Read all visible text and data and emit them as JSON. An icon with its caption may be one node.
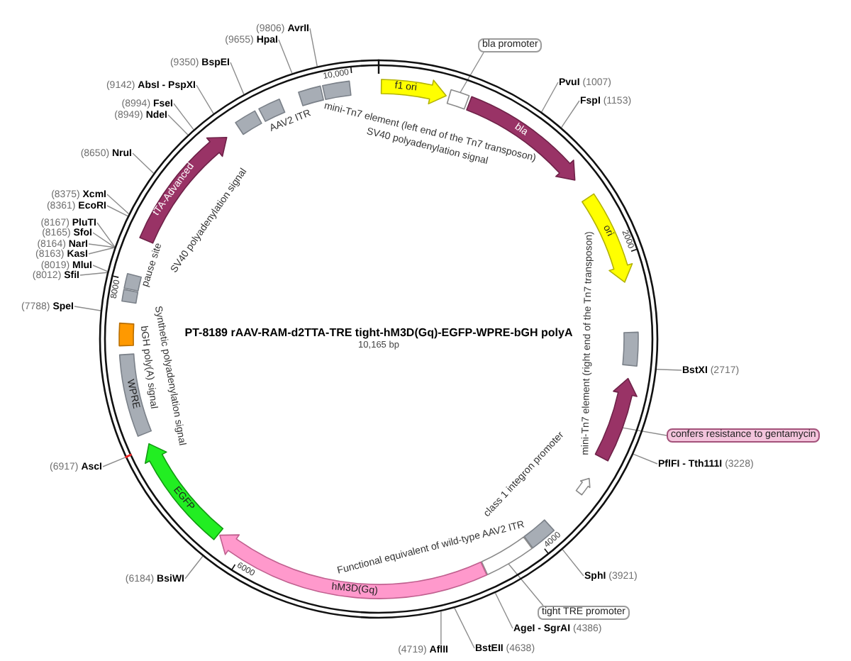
{
  "diagram": {
    "title": "PT-8189 rAAV-RAM-d2TTA-TRE tight-hM3D(Gq)-EGFP-WPRE-bGH polyA",
    "nodes": [
      {
        "text": [],
        "shape": "circle"
      },
      {
        "text": [
          "f1 ori"
        ],
        "in": 0
      },
      {
        "text": [],
        "shape": "box",
        "in": 0
      },
      {
        "text": [
          "bla"
        ],
        "in": 0
      },
      {
        "text": [
          "ori"
        ],
        "in": 0
      },
      {
        "text": [],
        "shape": "box",
        "in": 0
      },
      {
        "text": [],
        "shape": "arrow",
        "in": 0
      },
      {
        "text": [],
        "shape": "arrow",
        "in": 0
      },
      {
        "text": [],
        "shape": "box",
        "beside": [
          "Functional equivalent of wild-type AAV2 ITR"
        ],
        "in": 0
      },
      {
        "text": [],
        "shape": "box",
        "in": 0
      },
      {
        "text": [
          "hM3D(Gq)"
        ],
        "in": 0
      },
      {
        "text": [
          "EGFP"
        ],
        "in": 0
      },
      {
        "text": [
          "WPRE"
        ],
        "in": 0
      },
      {
        "text": [],
        "shape": "box",
        "in": 0
      },
      {
        "text": [],
        "shape": "box",
        "in": 0
      },
      {
        "text": [],
        "shape": "box",
        "beside": [
          "pause site"
        ],
        "in": 0
      },
      {
        "text": [
          "tTA-Advanced"
        ],
        "in": 0
      },
      {
        "text": [],
        "shape": "box",
        "in": 0
      },
      {
        "text": [],
        "shape": "box",
        "beside": [
          "AAV2 ITR"
        ],
        "in": 0
      },
      {
        "text": [],
        "shape": "box",
        "in": 0
      },
      {
        "text": [],
        "shape": "box",
        "beside": [
          "mini-Tn7 element (left end of the Tn7 transposon)"
        ],
        "in": 0
      },
      {
        "text": [
          "bla promoter"
        ]
      },
      {
        "text": [
          "confers resistance to gentamycin"
        ]
      },
      {
        "text": [
          "tight TRE promoter"
        ]
      },
      {
        "text": [
          "**PvuI** (1007)"
        ]
      },
      {
        "text": [
          "**FspI** (1153)"
        ]
      },
      {
        "text": [
          "**BstXI** (2717)"
        ]
      },
      {
        "text": [
          "**PflFI - Tth111I** (3228)"
        ]
      },
      {
        "text": [
          "**SphI** (3921)"
        ]
      },
      {
        "text": [
          "**AgeI - SgrAI** (4386)"
        ]
      },
      {
        "text": [
          "**BstEII** (4638)"
        ]
      },
      {
        "text": [
          "(4719) **AflII**"
        ]
      },
      {
        "text": [
          "(6184) **BsiWI**"
        ]
      },
      {
        "text": [
          "(6917) **AscI**"
        ]
      },
      {
        "text": [
          "(7788) **SpeI**"
        ]
      },
      {
        "text": [
          "(8012) **SfiI**"
        ]
      },
      {
        "text": [
          "(8019) **MluI**"
        ]
      },
      {
        "text": [
          "(8163) **KasI**"
        ]
      },
      {
        "text": [
          "(8164) **NarI**"
        ]
      },
      {
        "text": [
          "(8165) **SfoI**"
        ]
      },
      {
        "text": [
          "(8167) **PluTI**"
        ]
      },
      {
        "text": [
          "(8361) **EcoRI**"
        ]
      },
      {
        "text": [
          "(8375) **XcmI**"
        ]
      },
      {
        "text": [
          "(8650) **NruI**"
        ]
      },
      {
        "text": [
          "(8949) **NdeI**"
        ]
      },
      {
        "text": [
          "(8994) **FseI**"
        ]
      },
      {
        "text": [
          "(9142) **AbsI - PspXI**"
        ]
      },
      {
        "text": [
          "(9350) **BspEI**"
        ]
      },
      {
        "text": [
          "(9655) **HpaI**"
        ]
      },
      {
        "text": [
          "(9806) **AvrII**"
        ]
      }
    ],
    "edges": [
      {
        "from": 21,
        "to": 2,
        "arrow": "none"
      },
      {
        "from": 22,
        "to": 6,
        "arrow": "none"
      },
      {
        "from": 23,
        "to": 9,
        "arrow": "none"
      },
      {
        "from": 24,
        "to": 0,
        "arrow": "none"
      },
      {
        "from": 25,
        "to": 0,
        "arrow": "none"
      },
      {
        "from": 26,
        "to": 0,
        "arrow": "none"
      },
      {
        "from": 27,
        "to": 0,
        "arrow": "none"
      },
      {
        "from": 28,
        "to": 0,
        "arrow": "none"
      },
      {
        "from": 29,
        "to": 0,
        "arrow": "none"
      },
      {
        "from": 30,
        "to": 0,
        "arrow": "none"
      },
      {
        "from": 31,
        "to": 0,
        "arrow": "none"
      },
      {
        "from": 32,
        "to": 0,
        "arrow": "none"
      },
      {
        "from": 33,
        "to": 0,
        "arrow": "none"
      },
      {
        "from": 34,
        "to": 0,
        "arrow": "none"
      },
      {
        "from": 35,
        "to": 0,
        "arrow": "none"
      },
      {
        "from": 36,
        "to": 0,
        "arrow": "none"
      },
      {
        "from": 37,
        "to": 0,
        "arrow": "none"
      },
      {
        "from": 38,
        "to": 0,
        "arrow": "none"
      },
      {
        "from": 39,
        "to": 0,
        "arrow": "none"
      },
      {
        "from": 40,
        "to": 0,
        "arrow": "none"
      },
      {
        "from": 41,
        "to": 0,
        "arrow": "none"
      },
      {
        "from": 42,
        "to": 0,
        "arrow": "none"
      },
      {
        "from": 43,
        "to": 0,
        "arrow": "none"
      },
      {
        "from": 44,
        "to": 0,
        "arrow": "none"
      },
      {
        "from": 45,
        "to": 0,
        "arrow": "none"
      },
      {
        "from": 46,
        "to": 0,
        "arrow": "none"
      },
      {
        "from": 47,
        "to": 0,
        "arrow": "none"
      },
      {
        "from": 48,
        "to": 0,
        "arrow": "none"
      },
      {
        "from": 49,
        "to": 0,
        "arrow": "none"
      }
    ],
    "labels": [
      "10,000",
      "SV40 polyadenylation signal",
      "SV40 polyadenylation signal",
      "2000",
      "mini-Tn7 element (right end of the Tn7 transposon)",
      "8000",
      "Synthetic polyadenylation signal",
      "bGH poly(A) signal",
      "10,165 bp",
      "class 1 integron promoter",
      "4000",
      "6000"
    ]
  }
}
